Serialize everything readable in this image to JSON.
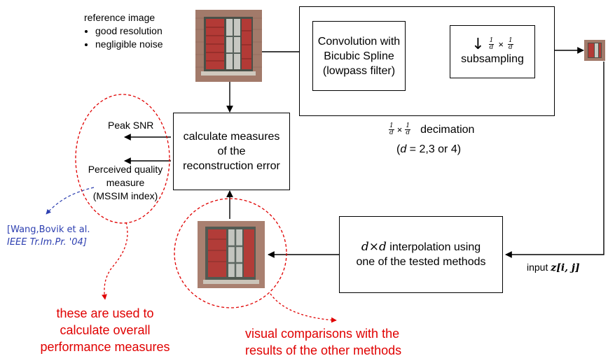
{
  "reference": {
    "title": "reference image",
    "bullets": [
      "good resolution",
      "negligible noise"
    ]
  },
  "convolution_box": {
    "line1": "Convolution with",
    "line2": "Bicubic Spline",
    "line3": "(lowpass filter)"
  },
  "subsampling_box": {
    "arrow": "↓",
    "frac_num": "1",
    "frac_den": "d",
    "times": "×",
    "label": "subsampling"
  },
  "decimation": {
    "frac_num": "1",
    "frac_den": "d",
    "times": "×",
    "label": "decimation",
    "d_values_prefix": "(",
    "d_var": "d",
    "d_values_suffix": " = 2,3 or 4)"
  },
  "measures_box": {
    "line1": "calculate measures",
    "line2": "of the",
    "line3": "reconstruction error"
  },
  "outputs": {
    "peak_snr": "Peak SNR",
    "perceived_line1": "Perceived quality",
    "perceived_line2": "measure",
    "perceived_line3": "(MSSIM index)"
  },
  "citation": {
    "line1": "[Wang,Bovik et al.",
    "line2": "IEEE Tr.Im.Pr. '04]"
  },
  "interpolation_box": {
    "math": "d×d",
    "line1_rest": " interpolation using",
    "line2": "one of the tested methods"
  },
  "input_label": {
    "word": "input ",
    "math": "z[i, j]"
  },
  "notes": {
    "left_line1": "these are used to",
    "left_line2": "calculate overall",
    "left_line3": "performance measures",
    "right_line1": "visual comparisons with the",
    "right_line2": "results of the other methods"
  },
  "colors": {
    "annotation_red": "#e00000",
    "citation_blue": "#2d3fb0",
    "window_brick": "#a46a5a",
    "shutter_red": "#b33a36"
  }
}
